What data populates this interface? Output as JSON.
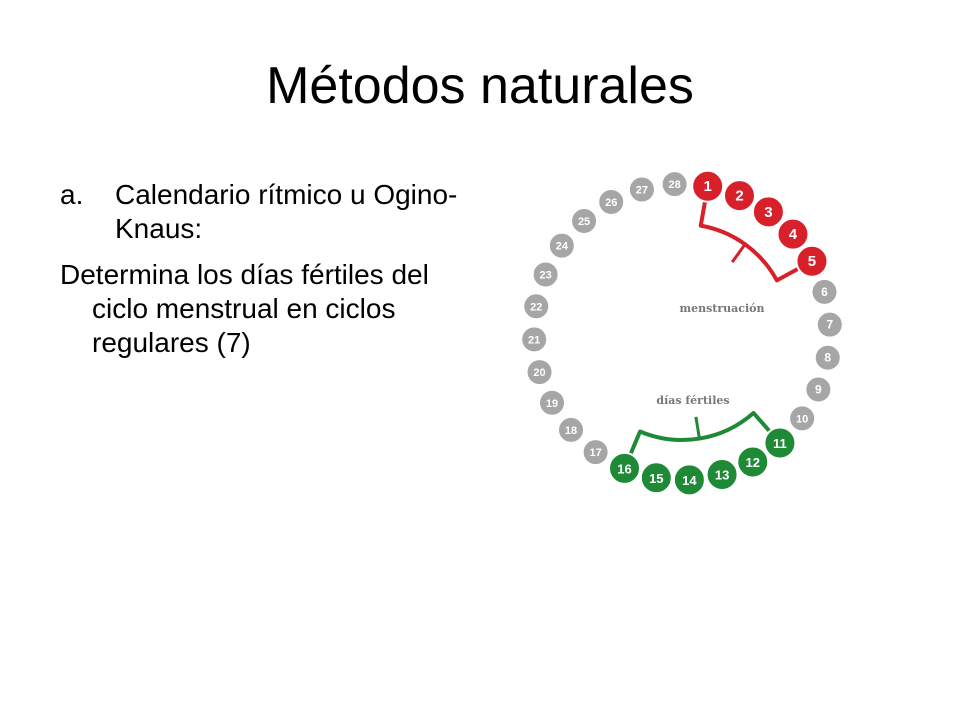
{
  "slide": {
    "title": "Métodos naturales",
    "list_marker": "a.",
    "list_item": "Calendario rítmico u Ogino- Knaus:",
    "paragraph": "Determina los días fértiles del ciclo menstrual en ciclos regulares (7)"
  },
  "diagram": {
    "menstruation_label": "menstruación",
    "fertile_label": "días fértiles",
    "colors": {
      "menstruation": "#d8202a",
      "fertile": "#1e8a36",
      "normal": "#a6a6a6"
    },
    "days": [
      {
        "n": "1",
        "phase": "menstruation"
      },
      {
        "n": "2",
        "phase": "menstruation"
      },
      {
        "n": "3",
        "phase": "menstruation"
      },
      {
        "n": "4",
        "phase": "menstruation"
      },
      {
        "n": "5",
        "phase": "menstruation"
      },
      {
        "n": "6",
        "phase": "normal"
      },
      {
        "n": "7",
        "phase": "normal"
      },
      {
        "n": "8",
        "phase": "normal"
      },
      {
        "n": "9",
        "phase": "normal"
      },
      {
        "n": "10",
        "phase": "normal"
      },
      {
        "n": "11",
        "phase": "fertile"
      },
      {
        "n": "12",
        "phase": "fertile"
      },
      {
        "n": "13",
        "phase": "fertile"
      },
      {
        "n": "14",
        "phase": "fertile"
      },
      {
        "n": "15",
        "phase": "fertile"
      },
      {
        "n": "16",
        "phase": "fertile"
      },
      {
        "n": "17",
        "phase": "normal"
      },
      {
        "n": "18",
        "phase": "normal"
      },
      {
        "n": "19",
        "phase": "normal"
      },
      {
        "n": "20",
        "phase": "normal"
      },
      {
        "n": "21",
        "phase": "normal"
      },
      {
        "n": "22",
        "phase": "normal"
      },
      {
        "n": "23",
        "phase": "normal"
      },
      {
        "n": "24",
        "phase": "normal"
      },
      {
        "n": "25",
        "phase": "normal"
      },
      {
        "n": "26",
        "phase": "normal"
      },
      {
        "n": "27",
        "phase": "normal"
      },
      {
        "n": "28",
        "phase": "normal"
      }
    ]
  }
}
